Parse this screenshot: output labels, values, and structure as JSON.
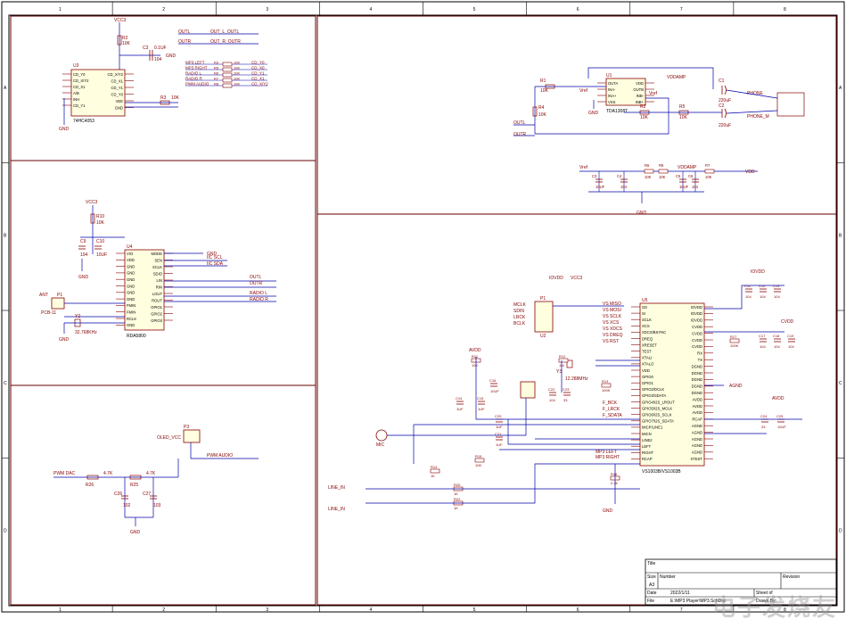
{
  "frame": {
    "columns": [
      "1",
      "2",
      "3",
      "4",
      "5",
      "6",
      "7",
      "8"
    ],
    "rows": [
      "A",
      "B",
      "C",
      "D"
    ]
  },
  "title_block": {
    "title_label": "Title",
    "size_label": "Size",
    "size_value": "A3",
    "number_label": "Number",
    "revision_label": "Revision",
    "date_label": "Date",
    "date_value": "2022/1/11",
    "sheet_label": "Sheet of",
    "file_label": "File",
    "file_value": "E:\\MP3 Player\\MP3.SchDoc",
    "drawn_label": "Drawn By:"
  },
  "watermark": "电子发烧友",
  "blocks": {
    "mux": {
      "refdes": "U3",
      "part": "74HC4053",
      "left_pins": [
        "CD_Y0",
        "CD_X/Y2",
        "CD_X1",
        "A/B",
        "INH",
        "CD_Y1"
      ],
      "right_pins": [
        "CD_X/Y2",
        "CD_X1",
        "CD_Y1",
        "CD_Y0",
        "VEE",
        "GND"
      ],
      "vcc": "VCC3",
      "gnd": "GND",
      "r_top": "R2",
      "r_top_val": "10K",
      "c1": "C3",
      "c1_val": "0.1UF",
      "r_out": "R3",
      "r_out_val": "10K",
      "cap_label": "104",
      "outl_in": "OUTL",
      "outr_in": "OUTR",
      "outl_out": "OUT_L_OUTL",
      "outr_out": "OUT_R_OUTR",
      "resistors": [
        {
          "name": "R3",
          "val": "10K",
          "left": "MP3 LEFT",
          "right": "CD_Y0"
        },
        {
          "name": "R5",
          "val": "10K",
          "left": "MP3 RIGHT",
          "right": "CD_X0"
        },
        {
          "name": "R6",
          "val": "10K",
          "left": "RADIO L",
          "right": "CD_Y1"
        },
        {
          "name": "R7",
          "val": "10K",
          "left": "RADIO R",
          "right": "CD_X1"
        },
        {
          "name": "R8",
          "val": "10K",
          "left": "PWM AUDIO",
          "right": "CD_X/Y2"
        }
      ]
    },
    "amp": {
      "refdes": "U1",
      "part": "TDA1308T",
      "pins_left": [
        "OUTA",
        "INA-",
        "INA+",
        "VSS"
      ],
      "pins_right": [
        "VDD",
        "OUTB",
        "INB-",
        "INB+"
      ],
      "r1": "R1",
      "r1_val": "10K",
      "r4": "R4",
      "r4_val": "10K",
      "r2": "R2",
      "r2_val": "10K",
      "r5": "R5",
      "r5_val": "10K",
      "vref": "Vref",
      "vddamp": "VDDAMP",
      "c1": "C1",
      "c2": "C2",
      "cap_val": "220uF",
      "jack": "PHONE",
      "jack2": "PHONE_M",
      "outl": "OUTL",
      "outr": "OUTR",
      "gnd": "GND"
    },
    "vref": {
      "vref": "Vref",
      "vddamp": "VDDAMP",
      "vdd": "VDD",
      "parts": [
        {
          "name": "C3",
          "val": "10UF"
        },
        {
          "name": "C4",
          "val": "104"
        },
        {
          "name": "R6",
          "val": "10K"
        },
        {
          "name": "R8",
          "val": "10K"
        },
        {
          "name": "C5",
          "val": "10UF"
        },
        {
          "name": "C6",
          "val": "104"
        },
        {
          "name": "R7",
          "val": "10K"
        }
      ],
      "gnd": "GND"
    },
    "radio": {
      "refdes": "U4",
      "part": "RDA5800",
      "left_pins": [
        "VIO",
        "VDD",
        "GND",
        "GND",
        "GND",
        "GND",
        "GND",
        "GND",
        "FMIN",
        "FMIN",
        "RCLK",
        "GND"
      ],
      "right_pins": [
        "MODE",
        "SEN",
        "SCLK",
        "SDIO",
        "LIN",
        "RIN",
        "LOUT",
        "ROUT",
        "GPIO1",
        "GPIO2",
        "GPIO3"
      ],
      "vcc": "VCC3",
      "r": "R10",
      "r_val": "10K",
      "c1": "C9",
      "c2": "C10",
      "c1_val": "104",
      "c2_val": "10UF",
      "ant": "ANT",
      "ant_part": "P1",
      "antenna": "ANT",
      "fm_jack": "PCB-11",
      "crystal": "Y2",
      "crystal_val": "32.768KHz",
      "iic_scl": "IIC SCL",
      "iic_sda": "IIC SDA",
      "outl": "OUTL",
      "outr": "OUTR",
      "radio_l": "RADIO L",
      "radio_r": "RADIO R",
      "gnd": "GND"
    },
    "pwm": {
      "conn": "P3",
      "conn_label": "OLED_VCC",
      "pwm_in": "PWM DAC",
      "pwm_out": "PWM AUDIO",
      "r1": "R26",
      "r1_val": "4.7K",
      "r2": "R25",
      "r2_val": "4.7K",
      "c1": "C26",
      "c1_val": "102",
      "c2": "C27",
      "c2_val": "103",
      "gnd": "GND"
    },
    "codec": {
      "refdes": "U5",
      "part": "VS1003B/VS1003B",
      "vs_miso": "VS MISO",
      "vs_mosi": "VS MOSI",
      "vs_sclk": "VS SCLK",
      "vs_xcs": "VS XCS",
      "vs_xdcs": "VS XDCS",
      "vs_dreq": "VS DREQ",
      "vs_rst": "VS RST",
      "iovdd": "IOVDD",
      "cvdd": "CVDD",
      "avdd": "AVDD",
      "avdd2": "AVDD",
      "left_pins": [
        "SO",
        "SI",
        "SCLK",
        "XCS",
        "XDCS/BSYNC",
        "DREQ",
        "XRESET",
        "TEST",
        "XTALI",
        "XTALO",
        "VDD",
        "GPIO0",
        "GPIO1",
        "GPIO2/DCLK",
        "GPIO3/SDATA",
        "GPIO4/I2S_LROUT",
        "GPIO5/I2S_MCLK",
        "GPIO6/I2S_SCLK",
        "GPIO7/I2S_SDATA",
        "MICP/LINE1",
        "MICN",
        "LINE2",
        "LEFT",
        "RIGHT",
        "RCAP"
      ],
      "right_pins": [
        "IOVDD",
        "IOVDD",
        "IOVDD",
        "CVDD",
        "CVDD",
        "CVDD",
        "CVDD",
        "RX",
        "TX",
        "DGND",
        "DGND",
        "DGND",
        "DGND",
        "DGND",
        "AVDD",
        "AVDD",
        "AVDD",
        "RCAP",
        "AGND",
        "AGND",
        "AGND",
        "AGND",
        "AGND",
        "XTEST"
      ],
      "crystal": "Y3",
      "crystal_val": "12.288MHz",
      "i2s": [
        "F_BCK",
        "F_LRCK",
        "F_SDATA"
      ],
      "mp3_left": "MP3 LEFT",
      "mp3_right": "MP3 RIGHT",
      "mic": "MIC",
      "line_in": "LINE_IN",
      "mclk": "MCLK",
      "sdin": "SDIN",
      "lrck": "LRCK",
      "bclk": "BCLK",
      "p1": "P1",
      "u2": "U2",
      "iovdd_net": "IOVDD",
      "vcc3": "VCC3",
      "r_parts": [
        {
          "name": "R11",
          "val": "10K"
        },
        {
          "name": "R12",
          "val": "1M"
        },
        {
          "name": "R13",
          "val": "100K"
        },
        {
          "name": "R14",
          "val": "1K"
        },
        {
          "name": "R15",
          "val": "10K"
        },
        {
          "name": "R16",
          "val": "2.2K"
        },
        {
          "name": "R17",
          "val": "100K"
        },
        {
          "name": "R20",
          "val": "1K"
        },
        {
          "name": "R22",
          "val": "1K"
        }
      ],
      "c_parts": [
        {
          "name": "C11",
          "val": "104"
        },
        {
          "name": "C12",
          "val": "104"
        },
        {
          "name": "C13",
          "val": "104"
        },
        {
          "name": "C14",
          "val": "1UF"
        },
        {
          "name": "C15",
          "val": "1UF"
        },
        {
          "name": "C16",
          "val": "10UF"
        },
        {
          "name": "C17",
          "val": "104"
        },
        {
          "name": "C18",
          "val": "104"
        },
        {
          "name": "C19",
          "val": "104"
        },
        {
          "name": "C20",
          "val": "1UF"
        },
        {
          "name": "C21",
          "val": "1UF"
        },
        {
          "name": "C22",
          "val": "104"
        },
        {
          "name": "C23",
          "val": "33"
        },
        {
          "name": "C24",
          "val": "33"
        },
        {
          "name": "C25",
          "val": "10UF"
        }
      ],
      "gnd": "GND",
      "agnd": "AGND"
    }
  }
}
